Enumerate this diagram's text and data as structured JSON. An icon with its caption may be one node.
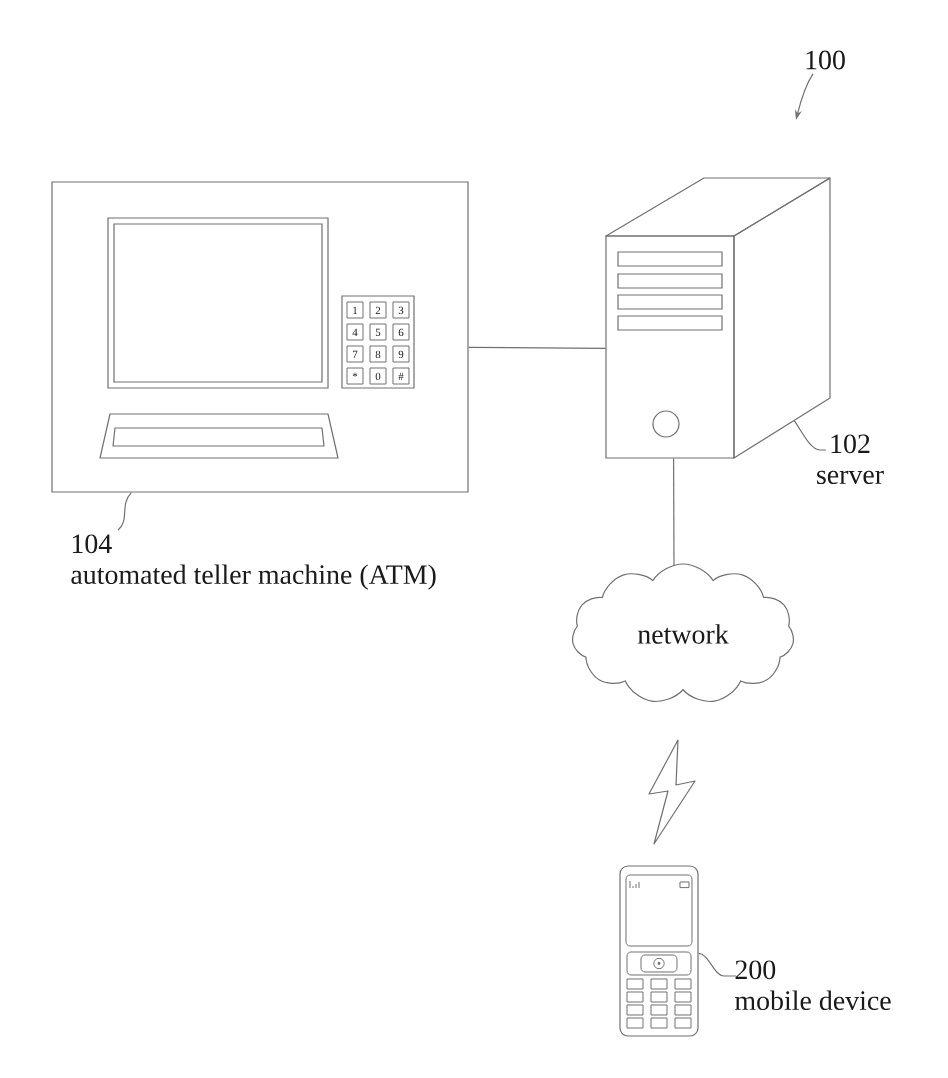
{
  "diagram": {
    "nodes": [
      {
        "text": [],
        "shape": "picture"
      },
      {
        "text": [],
        "shape": "picture"
      },
      {
        "text": [
          "network"
        ]
      },
      {
        "text": [],
        "shape": "picture"
      },
      {
        "text": [
          "104",
          "automated teller machine (ATM)"
        ]
      },
      {
        "text": [
          "102",
          "server"
        ]
      },
      {
        "text": [
          "200",
          "mobile device"
        ]
      },
      {
        "text": [
          "100"
        ]
      }
    ],
    "edges": [
      {
        "from": 0,
        "to": 1,
        "arrow": "none"
      },
      {
        "from": 1,
        "to": 2,
        "arrow": "none"
      },
      {
        "from": 4,
        "to": 0,
        "arrow": "none"
      },
      {
        "from": 5,
        "to": 1,
        "arrow": "none"
      },
      {
        "from": 6,
        "to": 3,
        "arrow": "none"
      },
      {
        "from": 7,
        "to": null,
        "arrow": "to"
      }
    ],
    "labels": [
      "1",
      "2",
      "3",
      "4",
      "5",
      "6",
      "7",
      "8",
      "9",
      "*",
      "0",
      "#"
    ]
  }
}
